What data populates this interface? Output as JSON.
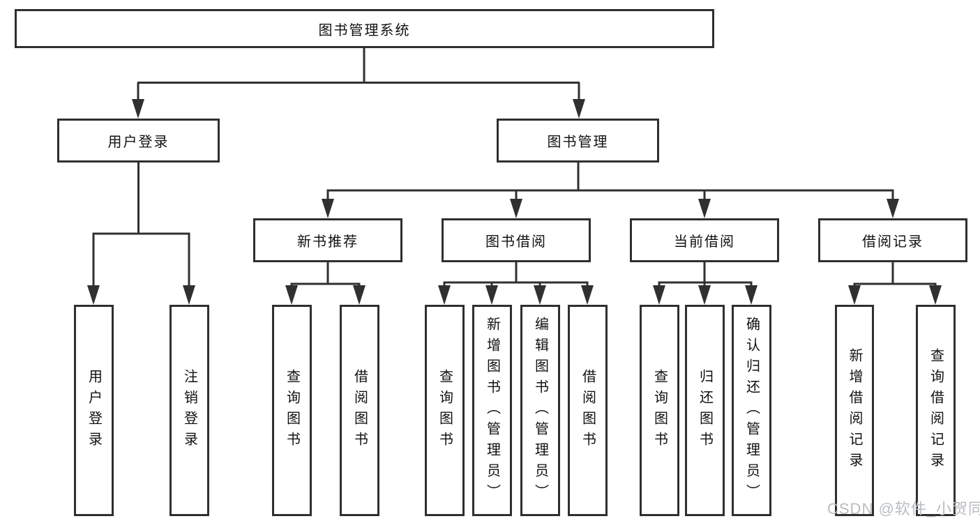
{
  "diagram": {
    "root": {
      "label": "图书管理系统"
    },
    "level2": [
      {
        "label": "用户登录"
      },
      {
        "label": "图书管理"
      }
    ],
    "level3": [
      {
        "label": "新书推荐"
      },
      {
        "label": "图书借阅"
      },
      {
        "label": "当前借阅"
      },
      {
        "label": "借阅记录"
      }
    ],
    "leaves": [
      {
        "label": "用户登录"
      },
      {
        "label": "注销登录"
      },
      {
        "label": "查询图书"
      },
      {
        "label": "借阅图书"
      },
      {
        "label": "查询图书"
      },
      {
        "label": "新增图书（管理员）"
      },
      {
        "label": "编辑图书（管理员）"
      },
      {
        "label": "借阅图书"
      },
      {
        "label": "查询图书"
      },
      {
        "label": "归还图书"
      },
      {
        "label": "确认归还（管理员）"
      },
      {
        "label": "新增借阅记录"
      },
      {
        "label": "查询借阅记录"
      }
    ]
  },
  "watermark": {
    "text": "CSDN @软件_小贺同学"
  },
  "colors": {
    "line": "#303030",
    "box_border": "#2f2f2f",
    "box_fill": "#ffffff",
    "text": "#111111",
    "watermark": "#b9bdc2"
  }
}
